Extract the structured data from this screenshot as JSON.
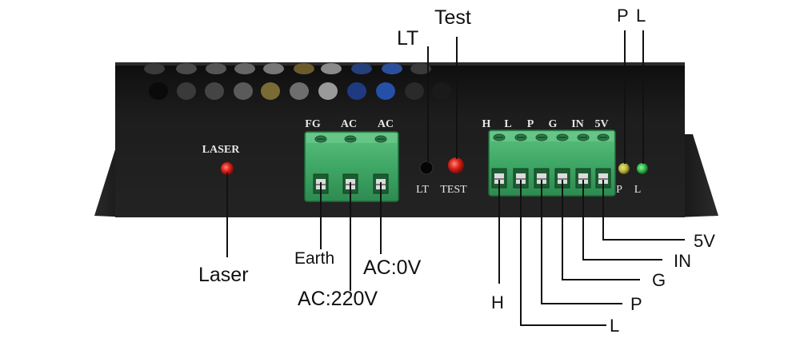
{
  "device_labels": {
    "laser": "LASER",
    "fg": "FG",
    "ac1": "AC",
    "ac2": "AC",
    "lt": "LT",
    "test": "TEST",
    "h": "H",
    "l": "L",
    "p": "P",
    "g": "G",
    "in": "IN",
    "v5": "5V",
    "led_p": "P",
    "led_l": "L"
  },
  "callouts": {
    "lt": "LT",
    "test": "Test",
    "p": "P",
    "l": "L",
    "laser": "Laser",
    "earth": "Earth",
    "ac220": "AC:220V",
    "ac0": "AC:0V",
    "v5": "5V",
    "in": "IN",
    "g": "G",
    "h": "H",
    "p2": "P",
    "l2": "L"
  },
  "colors": {
    "chassis": "#161616",
    "terminal_green": "#3fa866",
    "laser_led": "#e0241b",
    "test_button": "#c8231d",
    "p_led": "#b9b33a",
    "l_led": "#2fb54a",
    "leader_line": "#111111"
  }
}
